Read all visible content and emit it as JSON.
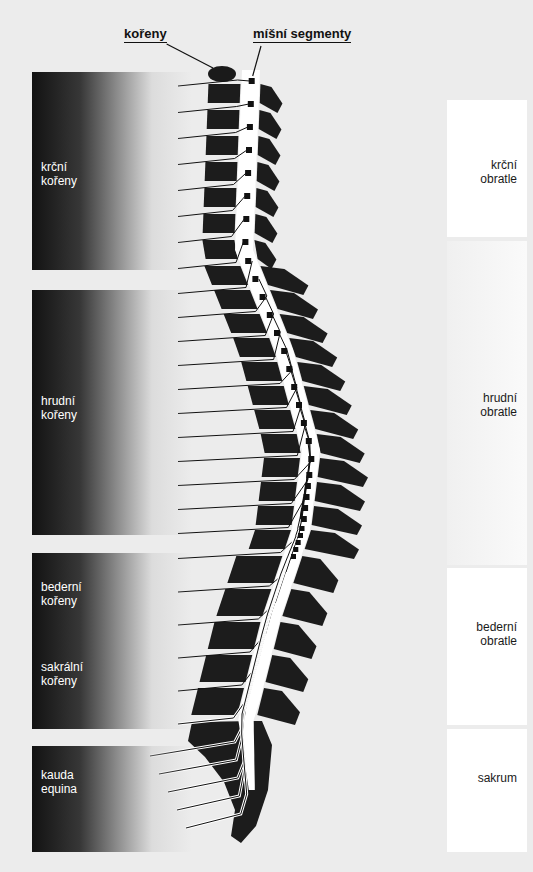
{
  "diagram": {
    "nodes": [
      {
        "text": [
          "krční kořeny"
        ]
      },
      {
        "text": [
          "krční obratle"
        ]
      },
      {
        "text": [
          "hrudní kořeny"
        ]
      },
      {
        "text": [
          "hrudní obratle"
        ]
      },
      {
        "text": [
          "bederní kořeny",
          "sakrální kořeny"
        ]
      },
      {
        "text": [
          "bederní obratle"
        ]
      },
      {
        "text": [
          "kauda equina"
        ]
      },
      {
        "text": [
          "sakrum"
        ]
      }
    ],
    "labels": [
      "kořeny",
      "míšní segmenty"
    ]
  }
}
